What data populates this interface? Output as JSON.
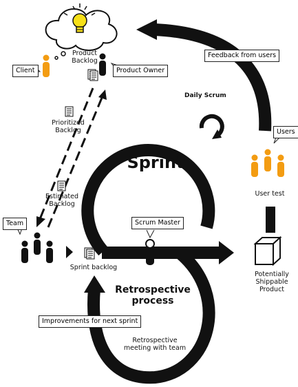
{
  "labels": {
    "product_backlog": "Product\nBacklog",
    "product_owner": "Product Owner",
    "client": "Client",
    "feedback": "Feedback from users",
    "daily_scrum": "Daily Scrum",
    "users": "Users",
    "sprint": "Sprint",
    "user_test": "User test",
    "prioritized_backlog": "Prioritized\nBacklog",
    "estimated_backlog": "Estimated\nBacklog",
    "team": "Team",
    "scrum_master": "Scrum Master",
    "sprint_backlog": "Sprint backlog",
    "potentially_shippable": "Potentially\nShippable\nProduct",
    "retrospective_process": "Retrospective\nprocess",
    "improvements": "Improvements for next sprint",
    "retrospective_meeting": "Retrospective\nmeeting with team"
  },
  "colors": {
    "orange": "#f39c12",
    "black": "#111111",
    "bulb": "#f7e018",
    "white": "#ffffff"
  },
  "icons": [
    "lightbulb-icon",
    "person-icon",
    "document-icon",
    "box-icon",
    "arrow-icon"
  ]
}
